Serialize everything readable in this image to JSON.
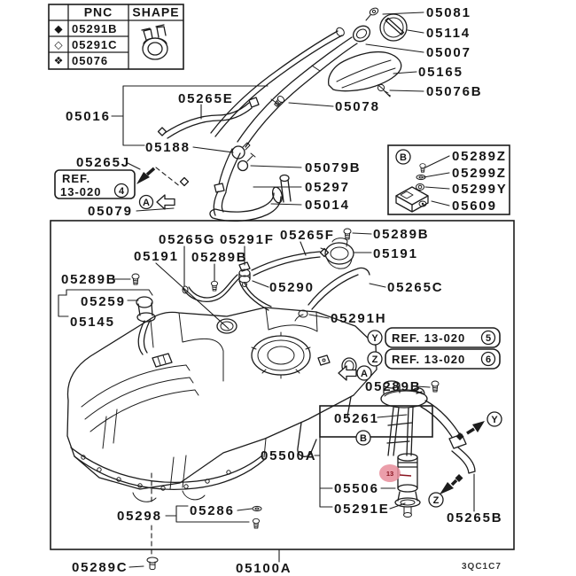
{
  "diagram": {
    "code": "3QC1C7",
    "highlight": {
      "text": "13",
      "fill": "#e78d9b",
      "text_color": "#8a1420"
    }
  },
  "legend_table": {
    "col_pnc": "PNC",
    "col_shape": "SHAPE",
    "rows": [
      {
        "symbol": "◆",
        "symbol_name": "filled-diamond",
        "pnc": "05291B"
      },
      {
        "symbol": "◇",
        "symbol_name": "open-diamond",
        "pnc": "05291C"
      },
      {
        "symbol": "❖",
        "symbol_name": "cluster-diamond",
        "pnc": "05076"
      }
    ]
  },
  "ref_boxes": {
    "ref4": {
      "line1": "REF.",
      "line2": "13-020",
      "num": "4"
    },
    "ref5": {
      "text": "REF. 13-020",
      "num": "5"
    },
    "ref6": {
      "text": "REF. 13-020",
      "num": "6"
    }
  },
  "markers": {
    "a": "A",
    "b": "B",
    "y": "Y",
    "z": "Z"
  },
  "labels": {
    "l05081": "05081",
    "l05114": "05114",
    "l05007": "05007",
    "l05165": "05165",
    "l05076b": "05076B",
    "l05078": "05078",
    "l05265e": "05265E",
    "l05016": "05016",
    "l05188": "05188",
    "l05265j": "05265J",
    "l05079": "05079",
    "l05079b": "05079B",
    "l05297": "05297",
    "l05014": "05014",
    "l05289z": "05289Z",
    "l05299z": "05299Z",
    "l05299y": "05299Y",
    "l05609": "05609",
    "l05265g": "05265G",
    "l05291f": "05291F",
    "l05265f": "05265F",
    "l05289b_cap": "05289B",
    "l05191_cap": "05191",
    "l05191_sender": "05191",
    "l05289b_valve": "05289B",
    "l05290": "05290",
    "l05265c": "05265C",
    "l05289b_sender": "05289B",
    "l05259": "05259",
    "l05145": "05145",
    "l05291h": "05291H",
    "l05289b_pump": "05289B",
    "l05261": "05261",
    "l05500a": "05500A",
    "l05506": "05506",
    "l05291e": "05291E",
    "l05265b": "05265B",
    "l05286": "05286",
    "l05298": "05298",
    "l05289c": "05289C",
    "l05100a": "05100A"
  }
}
